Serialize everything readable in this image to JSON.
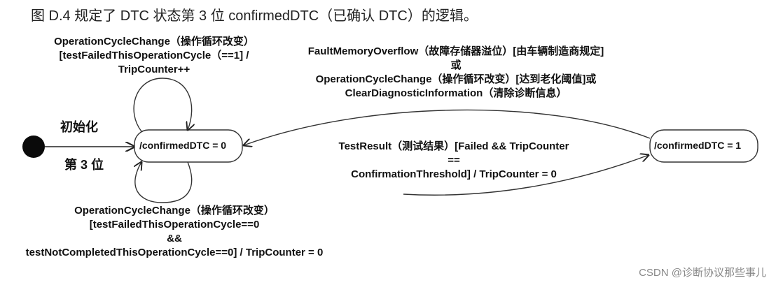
{
  "heading": "图 D.4 规定了 DTC 状态第 3 位 confirmedDTC（已确认 DTC）的逻辑。",
  "states": {
    "s0": "/confirmedDTC = 0",
    "s1": "/confirmedDTC = 1"
  },
  "init_label": "初始化",
  "bit_label": "第 3 位",
  "top_loop": {
    "line1": "OperationCycleChange（操作循环改变）",
    "line2": "[testFailedThisOperationCycle（==1] /",
    "line3": "TripCounter++"
  },
  "back_transition": {
    "line1": "FaultMemoryOverflow（故障存储器溢位）[由车辆制造商规定]",
    "line2": "或",
    "line3": "OperationCycleChange（操作循环改变）[达到老化阈值]或",
    "line4": "ClearDiagnosticInformation（清除诊断信息）"
  },
  "forward_transition": {
    "line1": "TestResult（测试结果）[Failed && TripCounter",
    "line2": "==",
    "line3": "ConfirmationThreshold] / TripCounter = 0"
  },
  "bottom_loop": {
    "line1": "OperationCycleChange（操作循环改变）",
    "line2": "[testFailedThisOperationCycle==0",
    "line3": "&&",
    "line4": "testNotCompletedThisOperationCycle==0] / TripCounter = 0"
  },
  "watermark": "CSDN @诊断协议那些事儿"
}
